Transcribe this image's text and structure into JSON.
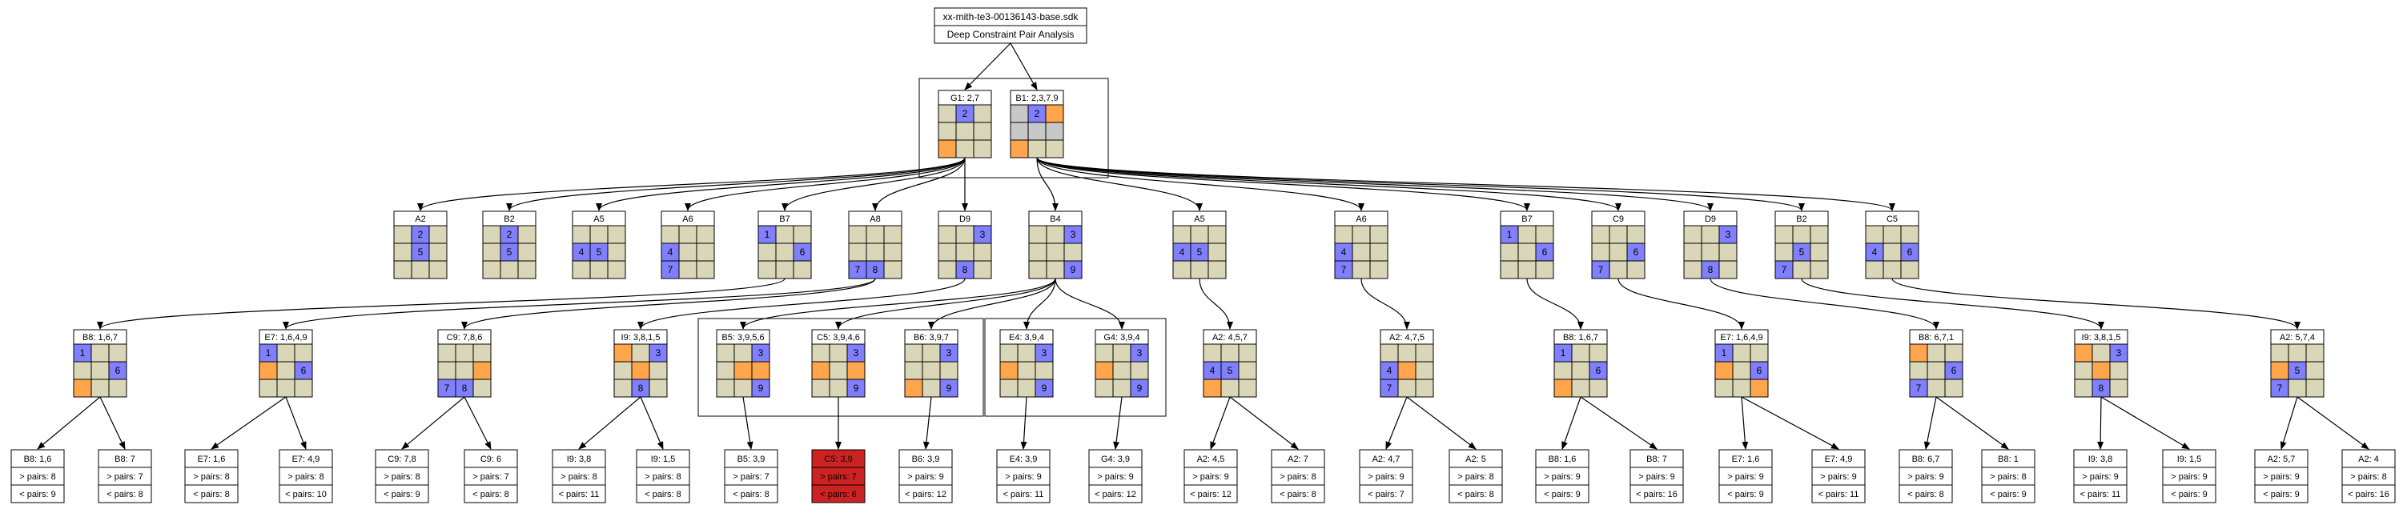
{
  "header": {
    "title": "xx-mith-te3-00136143-base.sdk",
    "subtitle": "Deep Constraint Pair Analysis"
  },
  "colors": {
    "blue": "#8080ff",
    "orange": "#ffa64d",
    "khaki": "#dad7b8",
    "gray": "#c8c8c8",
    "red": "#cc2222"
  },
  "roots": [
    {
      "label": "G1: 2,7",
      "cells": [
        [
          "",
          "b2",
          ""
        ],
        [
          "",
          "",
          ""
        ],
        [
          "o",
          "",
          ""
        ]
      ]
    },
    {
      "label": "B1: 2,3,7,9",
      "cells": [
        [
          "g",
          "b2",
          "o"
        ],
        [
          "g",
          "g",
          "g"
        ],
        [
          "o",
          "",
          ""
        ]
      ]
    }
  ],
  "level1": [
    {
      "label": "A2",
      "cells": [
        [
          "",
          "b2",
          ""
        ],
        [
          "",
          "b5",
          ""
        ],
        [
          "",
          "",
          ""
        ]
      ]
    },
    {
      "label": "B2",
      "cells": [
        [
          "",
          "b2",
          ""
        ],
        [
          "",
          "b5",
          ""
        ],
        [
          "",
          "",
          ""
        ]
      ]
    },
    {
      "label": "A5",
      "cells": [
        [
          "",
          "",
          ""
        ],
        [
          "b4",
          "b5",
          ""
        ],
        [
          "",
          "",
          ""
        ]
      ]
    },
    {
      "label": "A6",
      "cells": [
        [
          "",
          "",
          ""
        ],
        [
          "b4",
          "",
          ""
        ],
        [
          "b7",
          "",
          ""
        ]
      ]
    },
    {
      "label": "B7",
      "cells": [
        [
          "b1",
          "",
          ""
        ],
        [
          "",
          "",
          "b6"
        ],
        [
          "",
          "",
          ""
        ]
      ]
    },
    {
      "label": "A8",
      "cells": [
        [
          "",
          "",
          ""
        ],
        [
          "",
          "",
          ""
        ],
        [
          "b7",
          "b8",
          ""
        ]
      ]
    },
    {
      "label": "D9",
      "cells": [
        [
          "",
          "",
          "b3"
        ],
        [
          "",
          "",
          ""
        ],
        [
          "",
          "b8",
          ""
        ]
      ]
    },
    {
      "label": "B4",
      "cells": [
        [
          "",
          "",
          "b3"
        ],
        [
          "",
          "",
          ""
        ],
        [
          "",
          "",
          "b9"
        ]
      ]
    },
    {
      "label": "A5",
      "cells": [
        [
          "",
          "",
          ""
        ],
        [
          "b4",
          "b5",
          ""
        ],
        [
          "",
          "",
          ""
        ]
      ]
    },
    {
      "label": "A6",
      "cells": [
        [
          "",
          "",
          ""
        ],
        [
          "b4",
          "",
          ""
        ],
        [
          "b7",
          "",
          ""
        ]
      ]
    },
    {
      "label": "B7",
      "cells": [
        [
          "b1",
          "",
          ""
        ],
        [
          "",
          "",
          "b6"
        ],
        [
          "",
          "",
          ""
        ]
      ]
    },
    {
      "label": "C9",
      "cells": [
        [
          "",
          "",
          ""
        ],
        [
          "",
          "",
          "b6"
        ],
        [
          "b7",
          "",
          ""
        ]
      ]
    },
    {
      "label": "D9",
      "cells": [
        [
          "",
          "",
          "b3"
        ],
        [
          "",
          "",
          ""
        ],
        [
          "",
          "b8",
          ""
        ]
      ]
    },
    {
      "label": "B2",
      "cells": [
        [
          "",
          "",
          ""
        ],
        [
          "",
          "b5",
          ""
        ],
        [
          "b7",
          "",
          ""
        ]
      ]
    },
    {
      "label": "C5",
      "cells": [
        [
          "",
          "",
          ""
        ],
        [
          "b4",
          "",
          "b6"
        ],
        [
          "",
          "",
          ""
        ]
      ]
    }
  ],
  "level2": [
    {
      "label": "B8: 1,6,7",
      "cells": [
        [
          "b1",
          "",
          ""
        ],
        [
          "",
          "",
          "b6"
        ],
        [
          "o",
          "",
          ""
        ]
      ]
    },
    {
      "label": "E7: 1,6,4,9",
      "cells": [
        [
          "b1",
          "",
          ""
        ],
        [
          "o",
          "",
          "b6"
        ],
        [
          "",
          "",
          ""
        ]
      ]
    },
    {
      "label": "C9: 7,8,6",
      "cells": [
        [
          "",
          "",
          ""
        ],
        [
          "",
          "",
          "o"
        ],
        [
          "b7",
          "b8",
          ""
        ]
      ]
    },
    {
      "label": "I9: 3,8,1,5",
      "cells": [
        [
          "o",
          "",
          "b3"
        ],
        [
          "",
          "o",
          ""
        ],
        [
          "",
          "b8",
          ""
        ]
      ]
    },
    {
      "label": "B5: 3,9,5,6",
      "cells": [
        [
          "",
          "",
          "b3"
        ],
        [
          "",
          "o",
          "o"
        ],
        [
          "",
          "",
          "b9"
        ]
      ]
    },
    {
      "label": "C5: 3,9,4,6",
      "cells": [
        [
          "",
          "",
          "b3"
        ],
        [
          "o",
          "",
          "o"
        ],
        [
          "",
          "",
          "b9"
        ]
      ]
    },
    {
      "label": "B6: 3,9,7",
      "cells": [
        [
          "",
          "",
          "b3"
        ],
        [
          "",
          "",
          ""
        ],
        [
          "o",
          "",
          "b9"
        ]
      ]
    },
    {
      "label": "E4: 3,9,4",
      "cells": [
        [
          "",
          "",
          "b3"
        ],
        [
          "o",
          "",
          ""
        ],
        [
          "",
          "",
          "b9"
        ]
      ]
    },
    {
      "label": "G4: 3,9,4",
      "cells": [
        [
          "",
          "",
          "b3"
        ],
        [
          "o",
          "",
          ""
        ],
        [
          "",
          "",
          "b9"
        ]
      ]
    },
    {
      "label": "A2: 4,5,7",
      "cells": [
        [
          "",
          "",
          ""
        ],
        [
          "b4",
          "b5",
          ""
        ],
        [
          "o",
          "",
          ""
        ]
      ]
    },
    {
      "label": "A2: 4,7,5",
      "cells": [
        [
          "",
          "",
          ""
        ],
        [
          "b4",
          "o",
          ""
        ],
        [
          "b7",
          "",
          ""
        ]
      ]
    },
    {
      "label": "B8: 1,6,7",
      "cells": [
        [
          "b1",
          "",
          ""
        ],
        [
          "",
          "",
          "b6"
        ],
        [
          "o",
          "",
          ""
        ]
      ]
    },
    {
      "label": "E7: 1,6,4,9",
      "cells": [
        [
          "b1",
          "",
          ""
        ],
        [
          "o",
          "",
          "b6"
        ],
        [
          "",
          "",
          "o"
        ]
      ]
    },
    {
      "label": "B8: 6,7,1",
      "cells": [
        [
          "o",
          "",
          ""
        ],
        [
          "",
          "",
          "b6"
        ],
        [
          "b7",
          "",
          ""
        ]
      ]
    },
    {
      "label": "I9: 3,8,1,5",
      "cells": [
        [
          "o",
          "",
          "b3"
        ],
        [
          "",
          "o",
          ""
        ],
        [
          "",
          "b8",
          ""
        ]
      ]
    },
    {
      "label": "A2: 5,7,4",
      "cells": [
        [
          "",
          "",
          ""
        ],
        [
          "o",
          "b5",
          ""
        ],
        [
          "b7",
          "",
          ""
        ]
      ]
    }
  ],
  "leaves": [
    {
      "label": "B8: 1,6",
      "l2": "> pairs: 8",
      "l3": "< pairs: 9"
    },
    {
      "label": "B8: 7",
      "l2": "> pairs: 7",
      "l3": "< pairs: 8"
    },
    {
      "label": "E7: 1,6",
      "l2": "> pairs: 8",
      "l3": "< pairs: 8"
    },
    {
      "label": "E7: 4,9",
      "l2": "> pairs: 8",
      "l3": "< pairs: 10"
    },
    {
      "label": "C9: 7,8",
      "l2": "> pairs: 8",
      "l3": "< pairs: 9"
    },
    {
      "label": "C9: 6",
      "l2": "> pairs: 7",
      "l3": "< pairs: 8"
    },
    {
      "label": "I9: 3,8",
      "l2": "> pairs: 8",
      "l3": "< pairs: 11"
    },
    {
      "label": "I9: 1,5",
      "l2": "> pairs: 8",
      "l3": "< pairs: 8"
    },
    {
      "label": "B5: 3,9",
      "l2": "> pairs: 7",
      "l3": "< pairs: 8"
    },
    {
      "label": "C5: 3,9",
      "l2": "> pairs: 7",
      "l3": "< pairs: 6",
      "highlight": true
    },
    {
      "label": "B6: 3,9",
      "l2": "> pairs: 9",
      "l3": "< pairs: 12"
    },
    {
      "label": "E4: 3,9",
      "l2": "> pairs: 9",
      "l3": "< pairs: 11"
    },
    {
      "label": "G4: 3,9",
      "l2": "> pairs: 9",
      "l3": "< pairs: 12"
    },
    {
      "label": "A2: 4,5",
      "l2": "> pairs: 9",
      "l3": "< pairs: 12"
    },
    {
      "label": "A2: 7",
      "l2": "> pairs: 8",
      "l3": "< pairs: 8"
    },
    {
      "label": "A2: 4,7",
      "l2": "> pairs: 9",
      "l3": "< pairs: 7"
    },
    {
      "label": "A2: 5",
      "l2": "> pairs: 8",
      "l3": "< pairs: 8"
    },
    {
      "label": "B8: 1,6",
      "l2": "> pairs: 9",
      "l3": "< pairs: 9"
    },
    {
      "label": "B8: 7",
      "l2": "> pairs: 9",
      "l3": "< pairs: 16"
    },
    {
      "label": "E7: 1,6",
      "l2": "> pairs: 9",
      "l3": "< pairs: 9"
    },
    {
      "label": "E7: 4,9",
      "l2": "> pairs: 9",
      "l3": "< pairs: 11"
    },
    {
      "label": "B8: 6,7",
      "l2": "> pairs: 9",
      "l3": "< pairs: 8"
    },
    {
      "label": "B8: 1",
      "l2": "> pairs: 8",
      "l3": "< pairs: 9"
    },
    {
      "label": "I9: 3,8",
      "l2": "> pairs: 9",
      "l3": "< pairs: 11"
    },
    {
      "label": "I9: 1,5",
      "l2": "> pairs: 9",
      "l3": "< pairs: 9"
    },
    {
      "label": "A2: 5,7",
      "l2": "> pairs: 9",
      "l3": "< pairs: 9"
    },
    {
      "label": "A2: 4",
      "l2": "> pairs: 8",
      "l3": "< pairs: 16"
    }
  ]
}
